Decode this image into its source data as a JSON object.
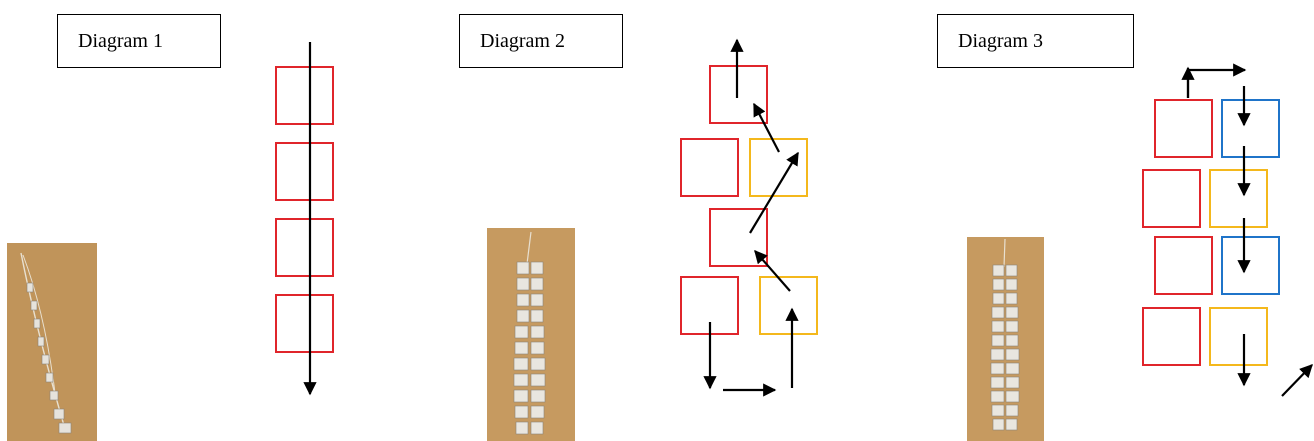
{
  "diagrams": [
    {
      "title": "Diagram 1"
    },
    {
      "title": "Diagram 2"
    },
    {
      "title": "Diagram 3"
    }
  ],
  "colors": {
    "bead_red": "#e0252b",
    "bead_yellow": "#f4b81c",
    "bead_blue": "#1f74c9",
    "arrow": "#000000",
    "photo_background": "#c5985e"
  }
}
